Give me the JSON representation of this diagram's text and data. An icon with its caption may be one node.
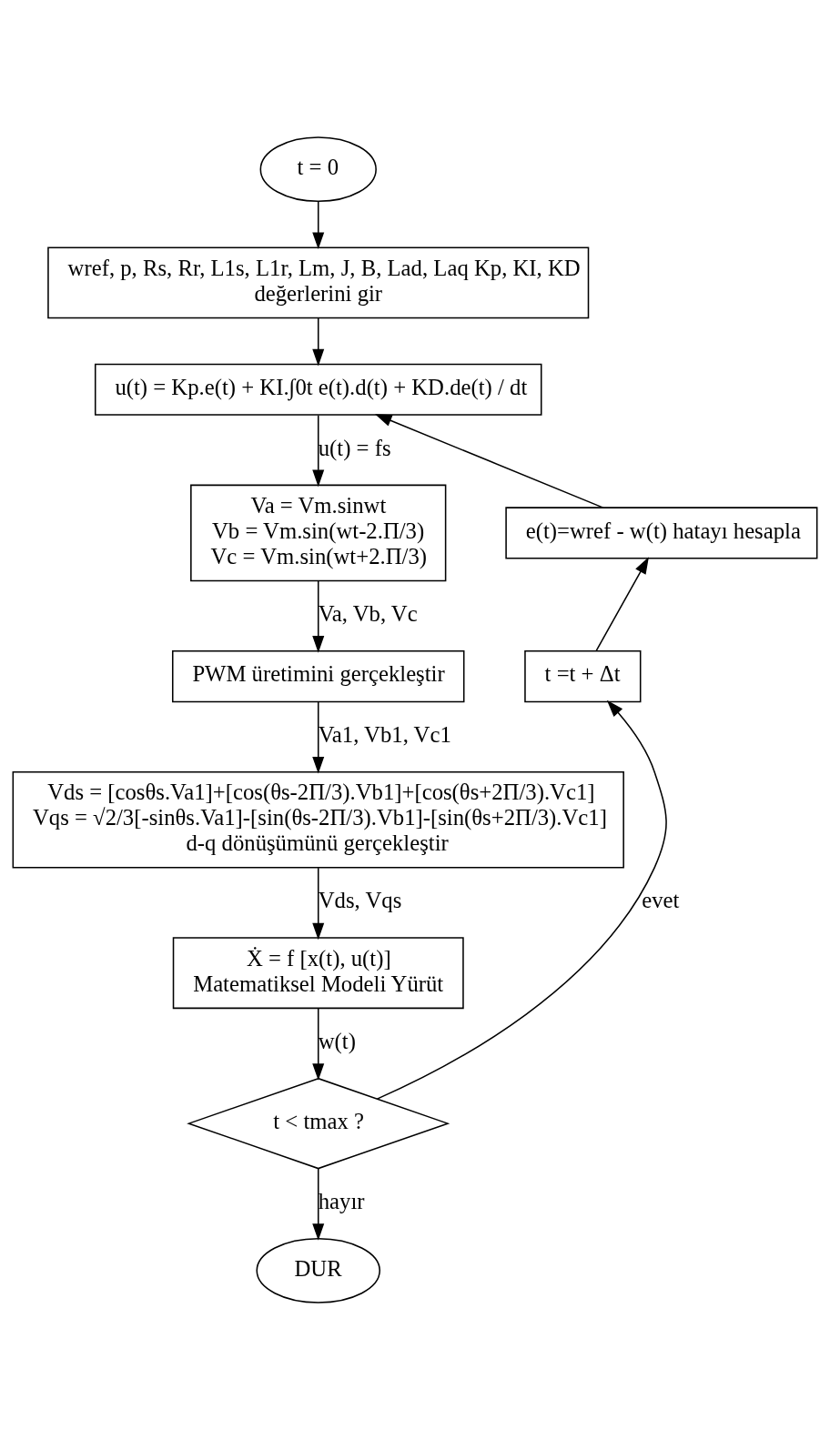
{
  "diagram": {
    "nodes": [
      {
        "text": [
          "t = 0"
        ]
      },
      {
        "text": [
          "wref, p, Rs, Rr, L1s, L1r, Lm, J, B, Lad, Laq Kp, KI, KD",
          "değerlerini gir"
        ]
      },
      {
        "text": [
          "u(t) = Kp.e(t) + KI.∫0t e(t).d(t) + KD.de(t) / dt"
        ]
      },
      {
        "text": [
          "Va = Vm.sinwt",
          "Vb = Vm.sin(wt-2.Π/3)",
          "Vc = Vm.sin(wt+2.Π/3)"
        ]
      },
      {
        "text": [
          "PWM üretimini gerçekleştir"
        ]
      },
      {
        "text": [
          "Vds = [cosθs.Va1]+[cos(θs-2Π/3).Vb1]+[cos(θs+2Π/3).Vc1]",
          "Vqs = √2/3[-sinθs.Va1]-[sin(θs-2Π/3).Vb1]-[sin(θs+2Π/3).Vc1]",
          "d-q dönüşümünü gerçekleştir"
        ]
      },
      {
        "text": [
          "Ẋ = f [x(t), u(t)]",
          "Matematiksel Modeli Yürüt"
        ]
      },
      {
        "text": [
          "t < tmax ?"
        ]
      },
      {
        "text": [
          "DUR"
        ]
      },
      {
        "text": [
          "t =t + Δt"
        ]
      },
      {
        "text": [
          "e(t)=wref - w(t) hatayı hesapla"
        ]
      }
    ],
    "edges": [
      {
        "from": 0,
        "to": 1,
        "arrow": "to"
      },
      {
        "from": 1,
        "to": 2,
        "arrow": "to"
      },
      {
        "from": 2,
        "to": 3,
        "arrow": "to",
        "label": "u(t) = fs"
      },
      {
        "from": 3,
        "to": 4,
        "arrow": "to",
        "label": "Va, Vb, Vc"
      },
      {
        "from": 4,
        "to": 5,
        "arrow": "to",
        "label": "Va1, Vb1, Vc1"
      },
      {
        "from": 5,
        "to": 6,
        "arrow": "to",
        "label": "Vds, Vqs"
      },
      {
        "from": 6,
        "to": 7,
        "arrow": "to",
        "label": "w(t)"
      },
      {
        "from": 7,
        "to": 8,
        "arrow": "to",
        "label": "hayır"
      },
      {
        "from": 7,
        "to": 9,
        "arrow": "to",
        "label": "evet"
      },
      {
        "from": 9,
        "to": 10,
        "arrow": "to"
      },
      {
        "from": 10,
        "to": 2,
        "arrow": "to"
      }
    ]
  }
}
